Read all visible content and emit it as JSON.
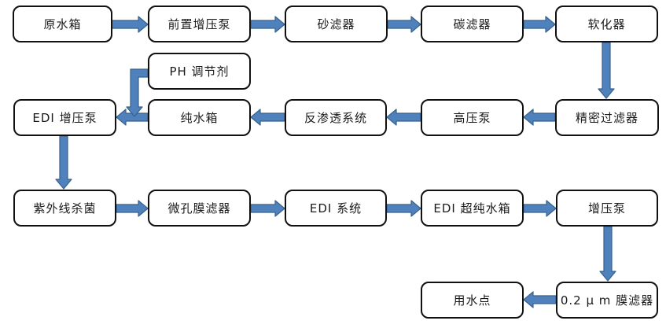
{
  "diagram": {
    "type": "flowchart",
    "background": "#ffffff",
    "colors": {
      "arrow_fill": "#4f81bd",
      "arrow_stroke": "#38618c",
      "box_fill": "#ffffff",
      "box_border": "#111111",
      "text": "#1a1a1a"
    },
    "nodes": {
      "raw_water_tank": "原水箱",
      "pre_booster_pump": "前置增压泵",
      "sand_filter": "砂滤器",
      "carbon_filter": "碳滤器",
      "softener": "软化器",
      "ph_regulator": "PH 调节剂",
      "edi_booster_pump": "EDI 增压泵",
      "pure_water_tank": "纯水箱",
      "ro_system": "反渗透系统",
      "high_pressure_pump": "高压泵",
      "precision_filter": "精密过滤器",
      "uv_sterilizer": "紫外线杀菌",
      "micropore_membrane_filter": "微孔膜滤器",
      "edi_system": "EDI 系统",
      "edi_ultrapure_tank": "EDI 超纯水箱",
      "booster_pump": "增压泵",
      "point_of_use": "用水点",
      "membrane_filter_02um": "0.2 μ m 膜滤器"
    },
    "flow": [
      {
        "from": "raw_water_tank",
        "to": "pre_booster_pump"
      },
      {
        "from": "pre_booster_pump",
        "to": "sand_filter"
      },
      {
        "from": "sand_filter",
        "to": "carbon_filter"
      },
      {
        "from": "carbon_filter",
        "to": "softener"
      },
      {
        "from": "softener",
        "to": "precision_filter"
      },
      {
        "from": "precision_filter",
        "to": "high_pressure_pump"
      },
      {
        "from": "high_pressure_pump",
        "to": "ro_system"
      },
      {
        "from": "ro_system",
        "to": "pure_water_tank"
      },
      {
        "from": "pure_water_tank",
        "to": "edi_booster_pump"
      },
      {
        "from": "ph_regulator",
        "to": "edi_booster_pump"
      },
      {
        "from": "edi_booster_pump",
        "to": "uv_sterilizer"
      },
      {
        "from": "uv_sterilizer",
        "to": "micropore_membrane_filter"
      },
      {
        "from": "micropore_membrane_filter",
        "to": "edi_system"
      },
      {
        "from": "edi_system",
        "to": "edi_ultrapure_tank"
      },
      {
        "from": "edi_ultrapure_tank",
        "to": "booster_pump"
      },
      {
        "from": "booster_pump",
        "to": "membrane_filter_02um"
      },
      {
        "from": "membrane_filter_02um",
        "to": "point_of_use"
      }
    ]
  }
}
